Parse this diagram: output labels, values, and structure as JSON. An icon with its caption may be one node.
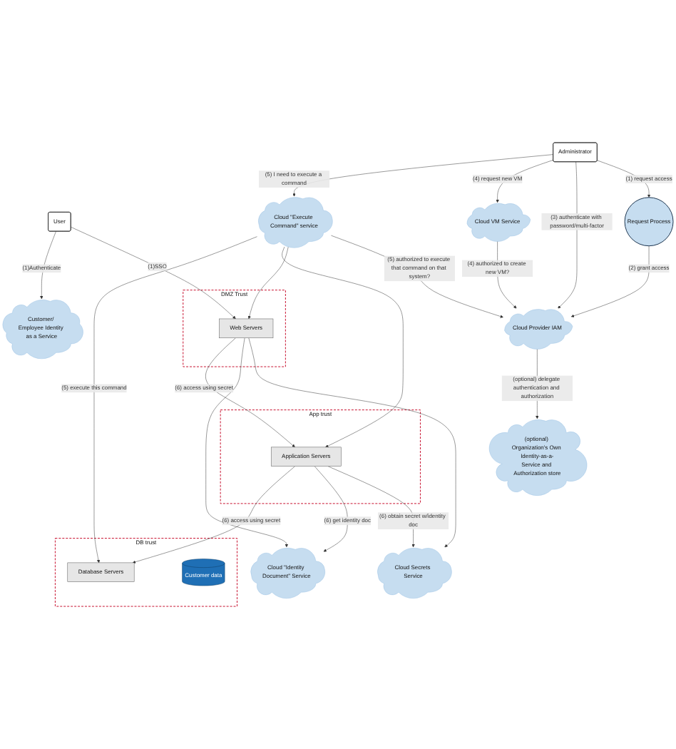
{
  "diagram": {
    "nodes": [
      {
        "text": [
          "Customer/ Employee Identity as a Service"
        ]
      },
      {
        "text": [
          "Cloud \"Identity Document\" Service"
        ]
      },
      {
        "text": [
          "Cloud Secrets Service"
        ]
      },
      {
        "text": [
          "DMZ Trust"
        ]
      },
      {
        "text": [
          "Web Servers"
        ],
        "in": 3
      },
      {
        "text": [
          "App trust"
        ]
      },
      {
        "text": [
          "Application Servers"
        ],
        "in": 5
      },
      {
        "text": [
          "DB trust"
        ]
      },
      {
        "text": [
          "Database Servers"
        ],
        "in": 7
      },
      {
        "text": [
          "Customer data"
        ],
        "in": 7
      },
      {
        "text": [
          "User"
        ]
      },
      {
        "text": [
          "Administrator"
        ]
      },
      {
        "text": [
          "Request Process"
        ]
      },
      {
        "text": [
          "Cloud Provider IAM"
        ]
      },
      {
        "text": [
          "Cloud VM Service"
        ]
      },
      {
        "text": [
          "Cloud \"Execute Command\" service"
        ]
      },
      {
        "text": [
          "(optional) Organization's Own Identity-as-a-Service and Authorization store"
        ]
      }
    ],
    "edges": [
      {
        "from": 10,
        "to": 0,
        "arrow": "to",
        "label": "(1)Authenticate"
      },
      {
        "from": 10,
        "to": 4,
        "arrow": "to",
        "label": "(1)SSO"
      },
      {
        "from": 4,
        "to": 6,
        "arrow": "to",
        "label": "(6) access using secret"
      },
      {
        "from": 6,
        "to": 8,
        "arrow": "to",
        "label": "(6) access using secret"
      },
      {
        "from": 6,
        "to": 1,
        "arrow": "to",
        "label": "(6) get identity doc"
      },
      {
        "from": 6,
        "to": 2,
        "arrow": "to",
        "label": "(6) obtain secret w/identity doc"
      },
      {
        "from": 4,
        "to": 1,
        "arrow": "to"
      },
      {
        "from": 4,
        "to": 2,
        "arrow": "to"
      },
      {
        "from": 15,
        "to": 8,
        "arrow": "to",
        "label": "(5) execute this command"
      },
      {
        "from": 15,
        "to": 6,
        "arrow": "to"
      },
      {
        "from": 15,
        "to": 4,
        "arrow": "to"
      },
      {
        "from": 11,
        "to": 15,
        "arrow": "to",
        "label": "(5) I need to execute a command"
      },
      {
        "from": 11,
        "to": 14,
        "arrow": "to",
        "label": "(4) request new VM"
      },
      {
        "from": 11,
        "to": 13,
        "arrow": "to",
        "label": "(3) authenticate with password/multi-factor"
      },
      {
        "from": 11,
        "to": 12,
        "arrow": "to",
        "label": "(1) request access"
      },
      {
        "from": 12,
        "to": 13,
        "arrow": "to",
        "label": "(2) grant access"
      },
      {
        "from": 14,
        "to": 13,
        "arrow": "to",
        "label": "(4) authorized to create new VM?"
      },
      {
        "from": 15,
        "to": 13,
        "arrow": "to",
        "label": "(5) authorized to execute that command on that system?"
      },
      {
        "from": 13,
        "to": 16,
        "arrow": "to",
        "label": "(optional) delegate authentication and authorization"
      }
    ]
  }
}
